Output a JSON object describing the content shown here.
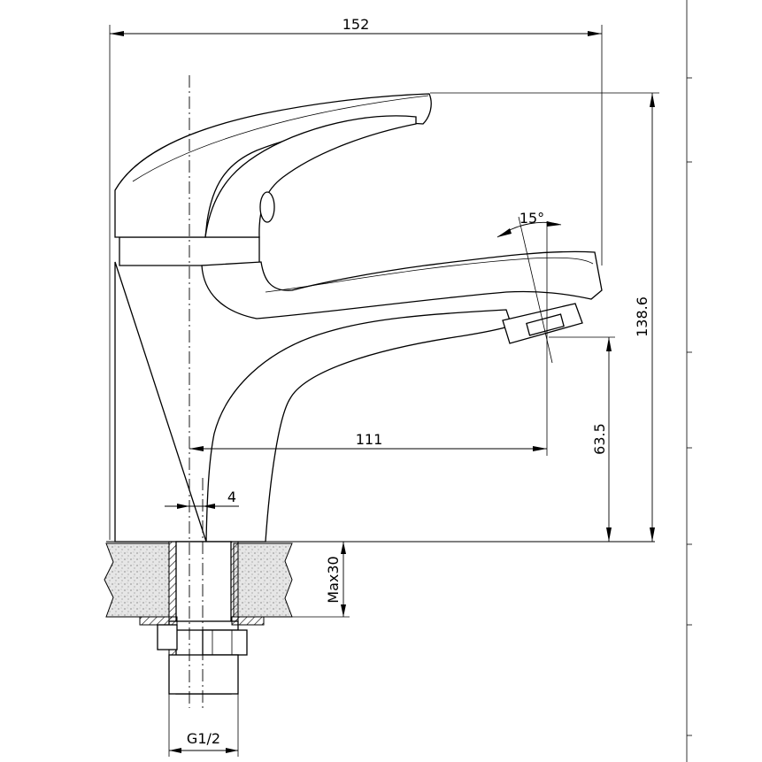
{
  "dimensions": {
    "overall_width": "152",
    "overall_height": "138.6",
    "spout_reach": "111",
    "spout_height": "63.5",
    "offset": "4",
    "max_counter_thickness": "Max30",
    "connection_thread": "G1/2",
    "aerator_angle": "15°"
  }
}
